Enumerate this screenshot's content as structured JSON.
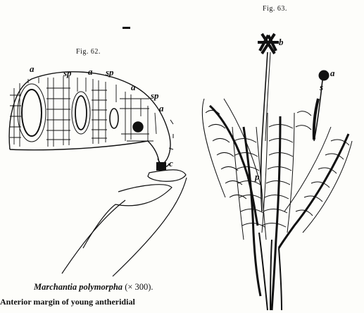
{
  "figures": {
    "fig62": {
      "label": "Fig. 62.",
      "letters": [
        "a",
        "sp",
        "a",
        "sp",
        "a",
        "sp",
        "a",
        "c"
      ],
      "caption_species": "Marchantia polymorpha",
      "caption_magnification": "(× 300).",
      "caption_text": "Anterior margin of young antheridial"
    },
    "fig63": {
      "label": "Fig. 63.",
      "letters": [
        "b",
        "a",
        "p",
        "s"
      ]
    }
  },
  "colors": {
    "ink": "#111111",
    "paper": "#fdfdfa"
  }
}
